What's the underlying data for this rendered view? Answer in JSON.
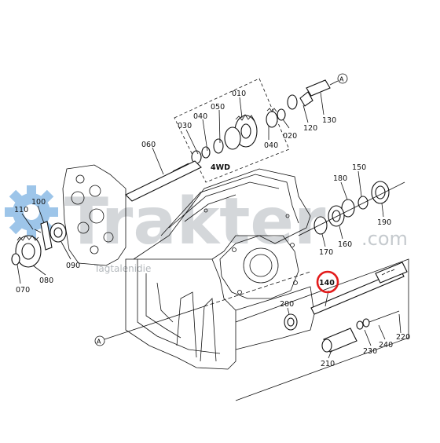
{
  "watermark": {
    "brand": "Trakter",
    "suffix": ".com",
    "tagline": "Tagtalenidie",
    "gear_color": "#7fb2e0",
    "text_color": "#b9bec4"
  },
  "highlight": {
    "part": "140",
    "color": "#e31b1b"
  },
  "callouts": {
    "a": "A",
    "box": "4WD"
  },
  "parts": {
    "p010": "010",
    "p020": "020",
    "p030": "030",
    "p040a": "040",
    "p040b": "040",
    "p050": "050",
    "p060": "060",
    "p070": "070",
    "p080": "080",
    "p090": "090",
    "p100": "100",
    "p110": "110",
    "p120": "120",
    "p130": "130",
    "p140": "140",
    "p150": "150",
    "p160": "160",
    "p170": "170",
    "p180": "180",
    "p190": "190",
    "p200": "200",
    "p210": "210",
    "p220": "220",
    "p230": "230",
    "p240": "240"
  }
}
